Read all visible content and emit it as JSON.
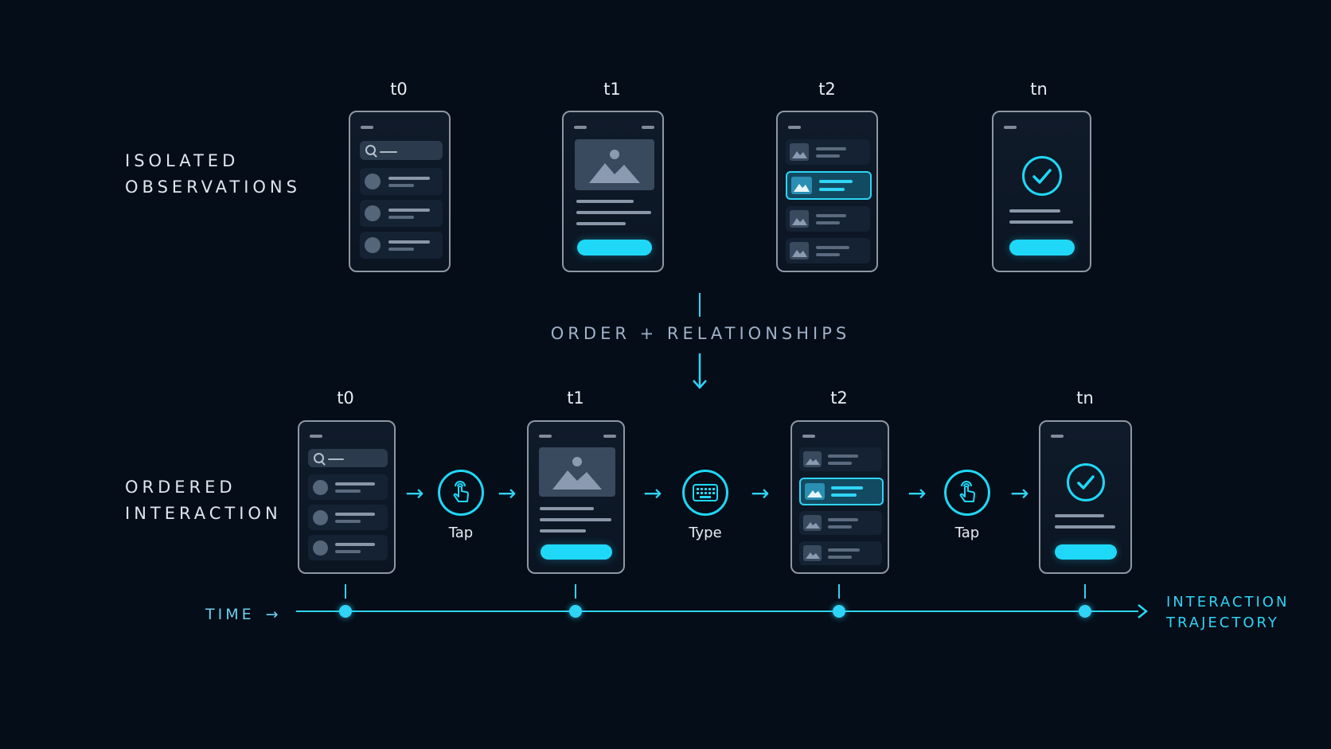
{
  "colors": {
    "background": "#050d18",
    "accent": "#2fd4f6",
    "frame": "#8d97a4",
    "muted_text": "#9fb2c8"
  },
  "top_section": {
    "label_line1": "ISOLATED",
    "label_line2": "OBSERVATIONS",
    "steps": [
      "t0",
      "t1",
      "t2",
      "tn"
    ]
  },
  "transition": {
    "label": "ORDER + RELATIONSHIPS"
  },
  "bottom_section": {
    "label_line1": "ORDERED",
    "label_line2": "INTERACTION",
    "steps": [
      "t0",
      "t1",
      "t2",
      "tn"
    ],
    "actions": [
      {
        "label": "Tap",
        "icon": "tap-hand-icon"
      },
      {
        "label": "Type",
        "icon": "keyboard-icon"
      },
      {
        "label": "Tap",
        "icon": "tap-hand-icon"
      }
    ]
  },
  "timeline": {
    "label": "TIME",
    "end_label_line1": "INTERACTION",
    "end_label_line2": "TRAJECTORY"
  }
}
